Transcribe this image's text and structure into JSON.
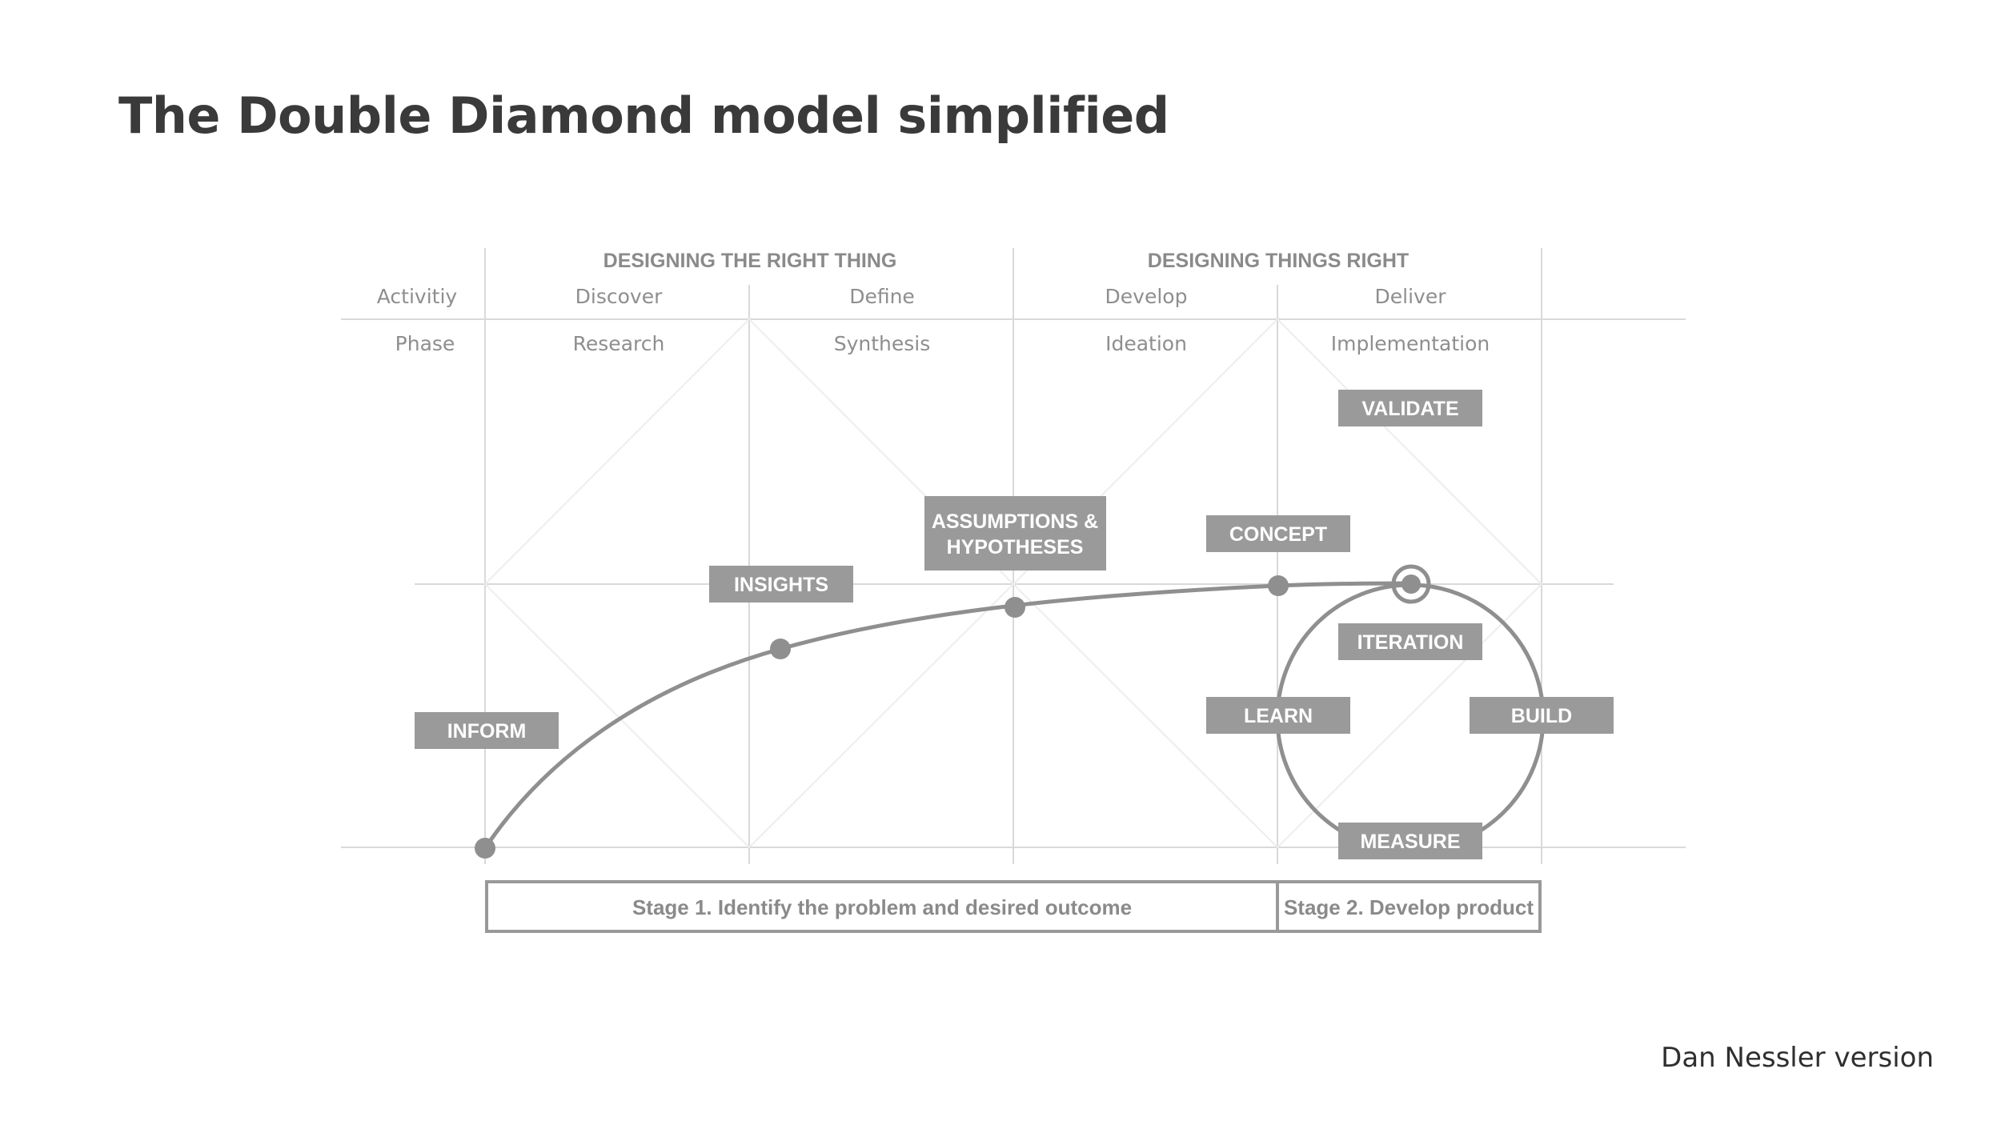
{
  "title": "The Double Diamond model simplified",
  "credit": "Dan Nessler version",
  "header": {
    "groups": [
      "DESIGNING THE RIGHT THING",
      "DESIGNING THINGS RIGHT"
    ],
    "activity_label": "Activitiy",
    "activities": [
      "Discover",
      "Define",
      "Develop",
      "Deliver"
    ],
    "phase_label": "Phase",
    "phases": [
      "Research",
      "Synthesis",
      "Ideation",
      "Implementation"
    ]
  },
  "labels": {
    "inform": "INFORM",
    "insights": "INSIGHTS",
    "assumptions_line1": "ASSUMPTIONS &",
    "assumptions_line2": "HYPOTHESES",
    "concept": "CONCEPT",
    "validate": "VALIDATE",
    "iteration": "ITERATION",
    "learn": "LEARN",
    "build": "BUILD",
    "measure": "MEASURE"
  },
  "stages": {
    "stage1": "Stage 1. Identify the problem and desired outcome",
    "stage2": "Stage 2. Develop product"
  },
  "colors": {
    "label_fill": "#9a9a9a",
    "line": "#8f8f8f",
    "grid": "#d9d9d9",
    "title": "#3a3a3a"
  }
}
